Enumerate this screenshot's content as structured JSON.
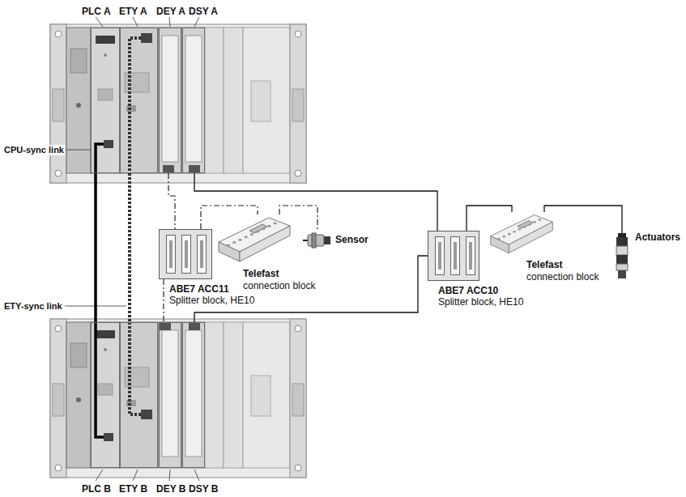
{
  "diagram": {
    "nodes": [
      {
        "text": [
          "PLC A"
        ]
      },
      {
        "text": [
          "ETY A"
        ]
      },
      {
        "text": [
          "DEY A"
        ]
      },
      {
        "text": [
          "DSY A"
        ]
      },
      {
        "text": [
          "ABE7 ACC11",
          "Splitter block, HE10"
        ]
      },
      {
        "text": [
          "Telefast",
          "connection block"
        ]
      },
      {
        "text": [
          "Sensor"
        ]
      },
      {
        "text": [
          "ABE7 ACC10",
          "Splitter block, HE10"
        ]
      },
      {
        "text": [
          "Telefast",
          "connection block"
        ]
      },
      {
        "text": [
          "Actuators"
        ]
      },
      {
        "text": [
          "PLC B"
        ]
      },
      {
        "text": [
          "ETY B"
        ]
      },
      {
        "text": [
          "DEY B"
        ]
      },
      {
        "text": [
          "DSY B"
        ]
      }
    ],
    "edges": [
      {
        "from": 0,
        "to": 10,
        "arrow": "none"
      },
      {
        "from": 1,
        "to": 11,
        "arrow": "none"
      },
      {
        "from": 2,
        "to": 4,
        "arrow": "none"
      },
      {
        "from": 4,
        "to": 12,
        "arrow": "none"
      },
      {
        "from": 4,
        "to": 5,
        "arrow": "none"
      },
      {
        "from": 5,
        "to": 6,
        "arrow": "none"
      },
      {
        "from": 3,
        "to": 7,
        "arrow": "none"
      },
      {
        "from": 13,
        "to": 7,
        "arrow": "none"
      },
      {
        "from": 7,
        "to": 8,
        "arrow": "none"
      },
      {
        "from": 8,
        "to": 9,
        "arrow": "none"
      }
    ],
    "labels": [
      "CPU-sync link",
      "ETY-sync link"
    ]
  }
}
